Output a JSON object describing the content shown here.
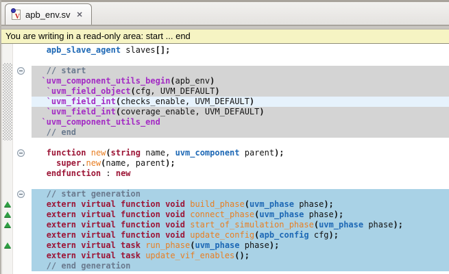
{
  "tab": {
    "title": "apb_env.sv",
    "close_glyph": "✕"
  },
  "banner": {
    "text": "You are writing in a read-only area: start ... end"
  },
  "colors": {
    "keyword": "#9c1536",
    "type": "#1d68b5",
    "macro": "#a32cc4",
    "comment": "#6a7a8e",
    "function_name": "#e87e22",
    "readonly_region_bg": "#d4d4d4",
    "current_line_bg": "#e6f2fc",
    "selection_bg": "#a9d2e6",
    "banner_bg": "#f6f4c3",
    "override_marker_green": "#2f9e44"
  },
  "editor": {
    "line_height": 15,
    "regions": {
      "readonly_block": {
        "from_line": 3,
        "to_line": 9
      },
      "current_line": 6,
      "selection_block": {
        "from_line": 15,
        "to_line": 22
      }
    },
    "fold_marker_lines": [
      3,
      11,
      15
    ],
    "override_marker_lines": [
      16,
      17,
      18,
      20
    ],
    "lines": [
      [
        [
          "plain",
          "   "
        ],
        [
          "type",
          "apb_slave_agent"
        ],
        [
          "plain",
          " slaves"
        ],
        [
          "punct",
          "[];"
        ]
      ],
      [],
      [
        [
          "comment",
          "   // start"
        ]
      ],
      [
        [
          "plain",
          "  "
        ],
        [
          "macro",
          "`uvm_component_utils_begin"
        ],
        [
          "punct",
          "("
        ],
        [
          "plain",
          "apb_env"
        ],
        [
          "punct",
          ")"
        ]
      ],
      [
        [
          "plain",
          "   "
        ],
        [
          "macro",
          "`uvm_field_object"
        ],
        [
          "punct",
          "("
        ],
        [
          "plain",
          "cfg, UVM_DEFAULT"
        ],
        [
          "punct",
          ")"
        ]
      ],
      [
        [
          "plain",
          "   "
        ],
        [
          "macro",
          "`uvm_field_int"
        ],
        [
          "punct",
          "("
        ],
        [
          "plain",
          "checks_enable, UVM_DEFAULT"
        ],
        [
          "punct",
          ")"
        ]
      ],
      [
        [
          "plain",
          "   "
        ],
        [
          "macro",
          "`uvm_field_int"
        ],
        [
          "punct",
          "("
        ],
        [
          "plain",
          "coverage_enable, UVM_DEFAULT"
        ],
        [
          "punct",
          ")"
        ]
      ],
      [
        [
          "plain",
          "  "
        ],
        [
          "macro",
          "`uvm_component_utils_end"
        ]
      ],
      [
        [
          "comment",
          "   // end"
        ]
      ],
      [],
      [
        [
          "plain",
          "   "
        ],
        [
          "kw",
          "function"
        ],
        [
          "plain",
          " "
        ],
        [
          "fn",
          "new"
        ],
        [
          "punct",
          "("
        ],
        [
          "kw",
          "string"
        ],
        [
          "plain",
          " name, "
        ],
        [
          "type",
          "uvm_component"
        ],
        [
          "plain",
          " parent"
        ],
        [
          "punct",
          ");"
        ]
      ],
      [
        [
          "plain",
          "     "
        ],
        [
          "kw",
          "super"
        ],
        [
          "plain",
          "."
        ],
        [
          "fn",
          "new"
        ],
        [
          "punct",
          "("
        ],
        [
          "plain",
          "name, parent"
        ],
        [
          "punct",
          ");"
        ]
      ],
      [
        [
          "plain",
          "   "
        ],
        [
          "kw",
          "endfunction"
        ],
        [
          "plain",
          " : "
        ],
        [
          "kw",
          "new"
        ]
      ],
      [],
      [
        [
          "comment",
          "   // start generation"
        ]
      ],
      [
        [
          "plain",
          "   "
        ],
        [
          "kw",
          "extern virtual function void"
        ],
        [
          "plain",
          " "
        ],
        [
          "fn",
          "build_phase"
        ],
        [
          "punct",
          "("
        ],
        [
          "type",
          "uvm_phase"
        ],
        [
          "plain",
          " phase"
        ],
        [
          "punct",
          ");"
        ]
      ],
      [
        [
          "plain",
          "   "
        ],
        [
          "kw",
          "extern virtual function void"
        ],
        [
          "plain",
          " "
        ],
        [
          "fn",
          "connect_phase"
        ],
        [
          "punct",
          "("
        ],
        [
          "type",
          "uvm_phase"
        ],
        [
          "plain",
          " phase"
        ],
        [
          "punct",
          ");"
        ]
      ],
      [
        [
          "plain",
          "   "
        ],
        [
          "kw",
          "extern virtual function void"
        ],
        [
          "plain",
          " "
        ],
        [
          "fn",
          "start_of_simulation_phase"
        ],
        [
          "punct",
          "("
        ],
        [
          "type",
          "uvm_phase"
        ],
        [
          "plain",
          " phase"
        ],
        [
          "punct",
          ");"
        ]
      ],
      [
        [
          "plain",
          "   "
        ],
        [
          "kw",
          "extern virtual function void"
        ],
        [
          "plain",
          " "
        ],
        [
          "fn",
          "update_config"
        ],
        [
          "punct",
          "("
        ],
        [
          "type",
          "apb_config"
        ],
        [
          "plain",
          " cfg"
        ],
        [
          "punct",
          ");"
        ]
      ],
      [
        [
          "plain",
          "   "
        ],
        [
          "kw",
          "extern virtual task"
        ],
        [
          "plain",
          " "
        ],
        [
          "fn",
          "run_phase"
        ],
        [
          "punct",
          "("
        ],
        [
          "type",
          "uvm_phase"
        ],
        [
          "plain",
          " phase"
        ],
        [
          "punct",
          ");"
        ]
      ],
      [
        [
          "plain",
          "   "
        ],
        [
          "kw",
          "extern virtual task"
        ],
        [
          "plain",
          " "
        ],
        [
          "fn",
          "update_vif_enables"
        ],
        [
          "punct",
          "();"
        ]
      ],
      [
        [
          "comment",
          "   // end generation"
        ]
      ]
    ]
  }
}
